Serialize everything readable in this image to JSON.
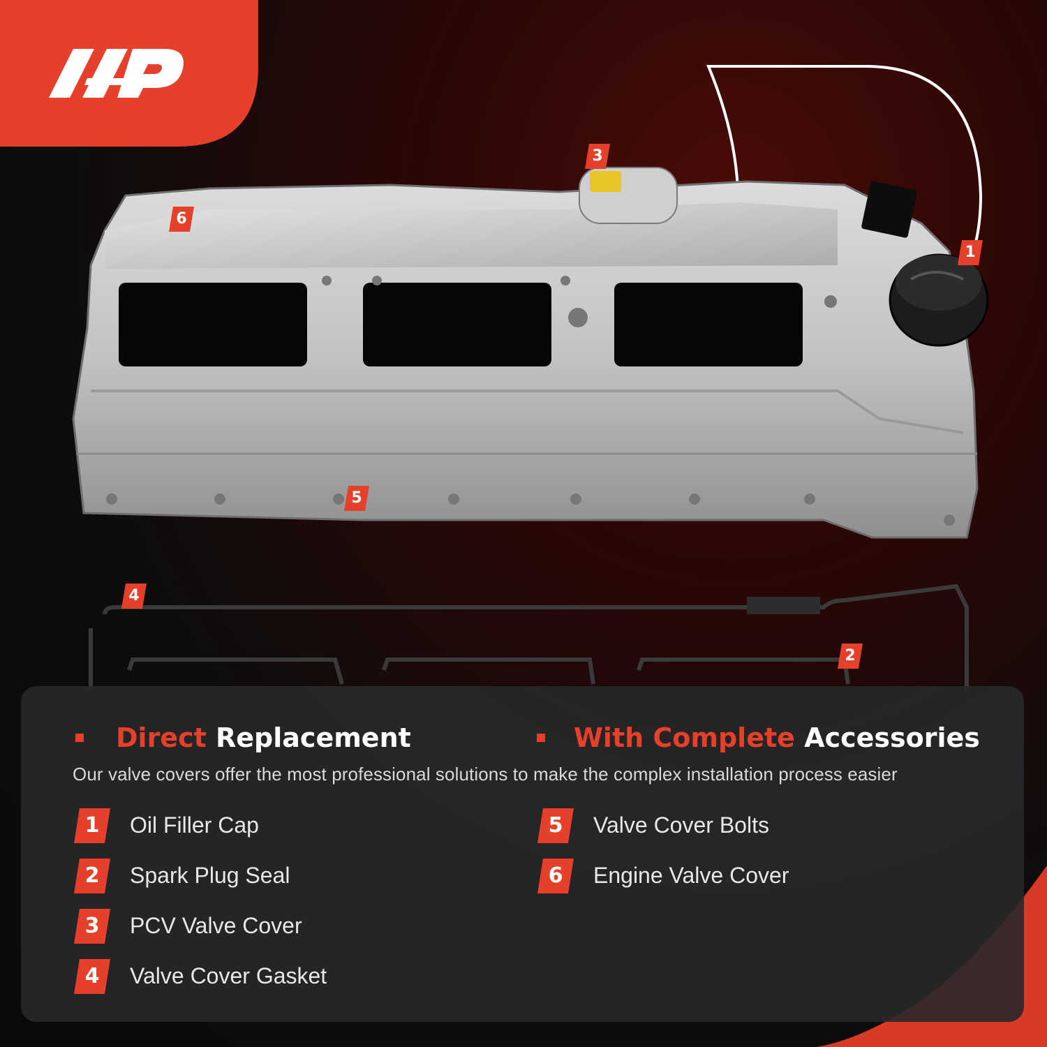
{
  "brand": {
    "logo_text": "A-P",
    "accent_color": "#e4402a"
  },
  "callouts": [
    "1",
    "2",
    "3",
    "4",
    "5",
    "6"
  ],
  "features": {
    "left": {
      "red": "Direct",
      "white": "Replacement"
    },
    "right": {
      "red": "With Complete",
      "white": "Accessories"
    },
    "subtitle": "Our valve covers offer the most professional solutions to make the complex  installation process easier"
  },
  "parts": [
    {
      "num": "1",
      "label": "Oil Filler Cap"
    },
    {
      "num": "2",
      "label": "Spark Plug Seal"
    },
    {
      "num": "3",
      "label": "PCV Valve Cover"
    },
    {
      "num": "4",
      "label": "Valve Cover Gasket"
    },
    {
      "num": "5",
      "label": "Valve Cover Bolts"
    },
    {
      "num": "6",
      "label": "Engine Valve Cover"
    }
  ]
}
